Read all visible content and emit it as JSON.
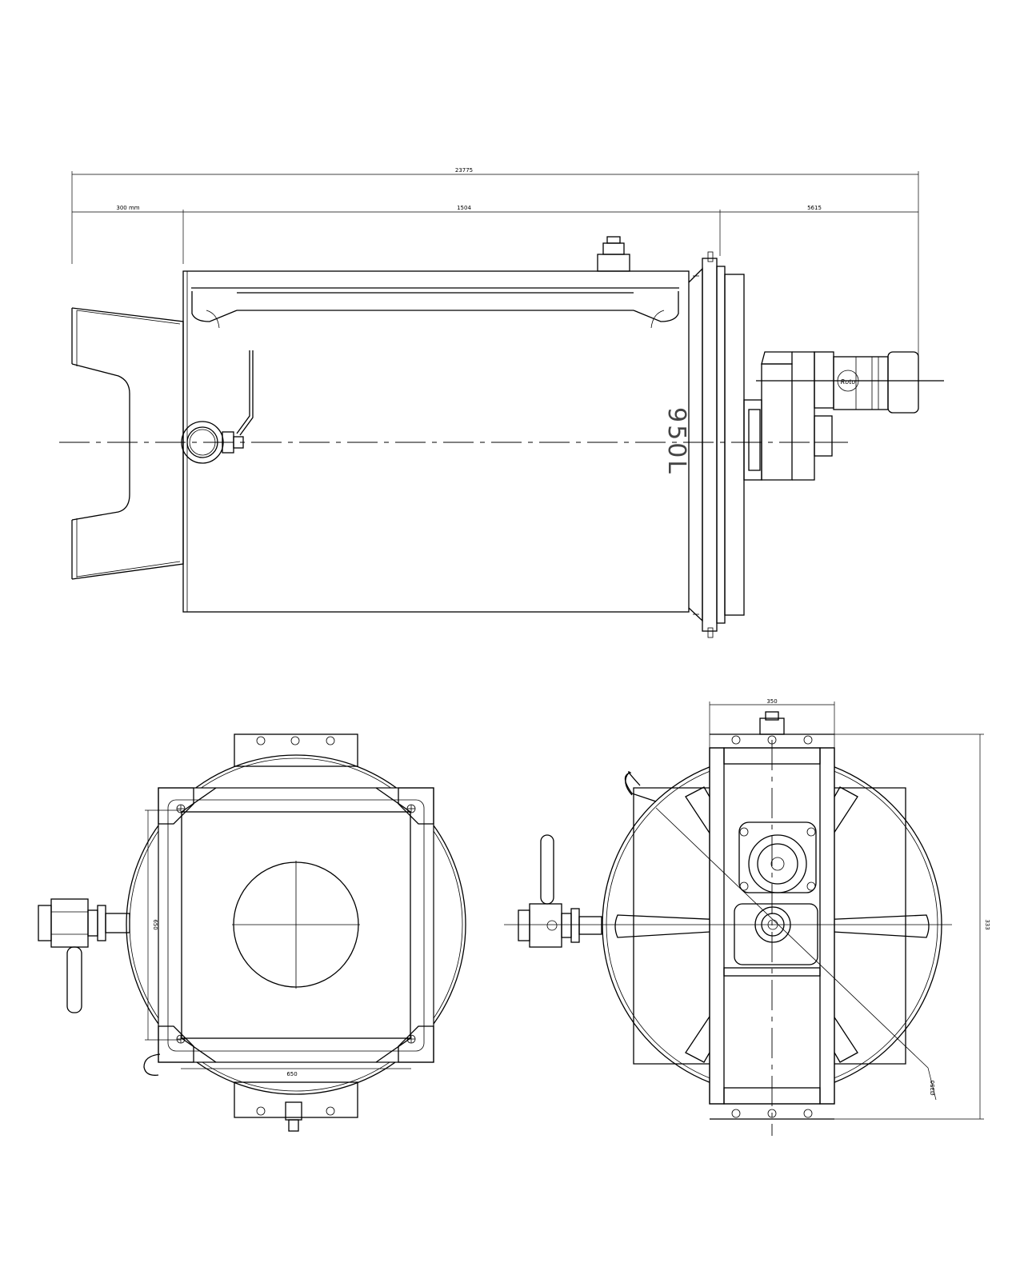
{
  "dimensions": {
    "overall": "23775",
    "left": "300 mm",
    "middle": "1504",
    "right": "5615",
    "bottom_width": "650",
    "bottom_height": "650",
    "right_top": "350",
    "right_height": "333",
    "right_dia": "Ø350"
  },
  "tank_label": "950L",
  "motor_logo": "Roto"
}
